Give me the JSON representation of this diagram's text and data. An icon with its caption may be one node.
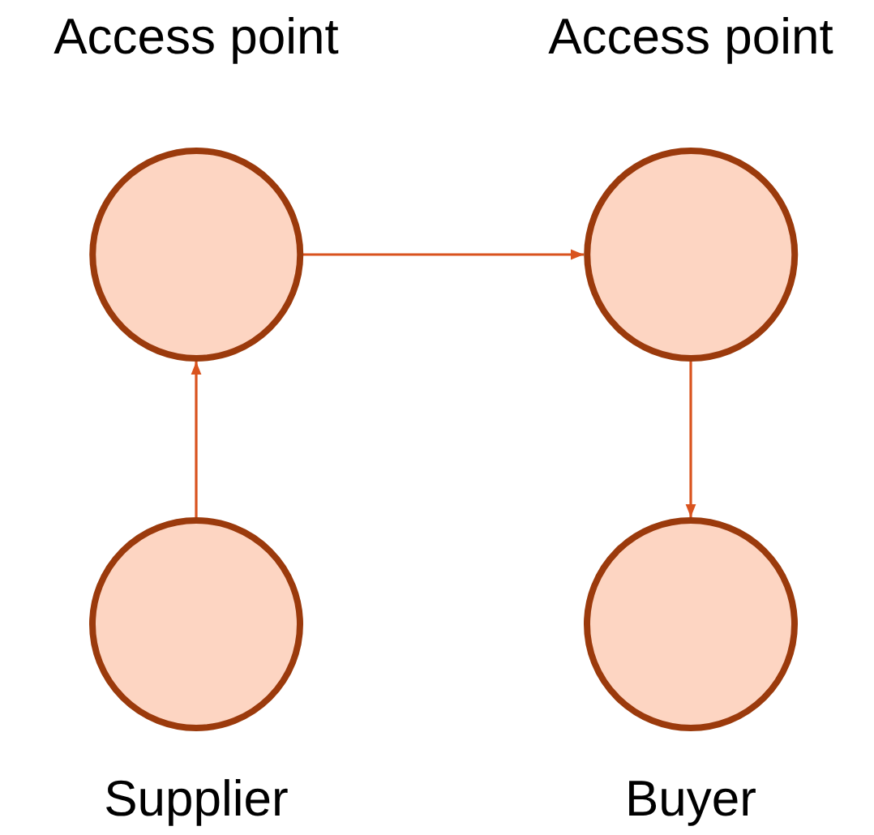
{
  "diagram": {
    "nodes": [
      {
        "text": [
          "Access point"
        ]
      },
      {
        "text": [
          "Access point"
        ]
      },
      {
        "text": [
          "Supplier"
        ]
      },
      {
        "text": [
          "Buyer"
        ]
      }
    ],
    "edges": [
      {
        "from": 2,
        "to": 0,
        "arrow": "to"
      },
      {
        "from": 0,
        "to": 1,
        "arrow": "to"
      },
      {
        "from": 1,
        "to": 3,
        "arrow": "to"
      }
    ]
  }
}
